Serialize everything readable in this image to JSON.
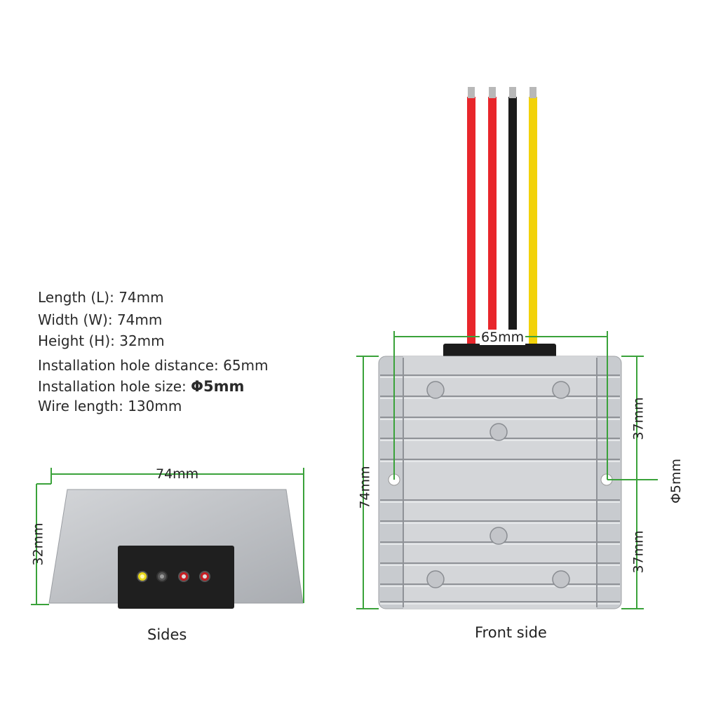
{
  "specs": [
    {
      "label": "Length (L): ",
      "value": "74mm"
    },
    {
      "label": "Width (W): ",
      "value": "74mm"
    },
    {
      "label": "Height (H): ",
      "value": "32mm"
    },
    {
      "label": "Installation hole distance: ",
      "value": "65mm"
    },
    {
      "label": "Installation hole size: ",
      "value": "Φ5mm"
    },
    {
      "label": "Wire length: ",
      "value": "130mm"
    }
  ],
  "side_view": {
    "width_label": "74mm",
    "height_label": "32mm",
    "caption": "Sides"
  },
  "front_view": {
    "hole_distance_label": "65mm",
    "height_label": "74mm",
    "upper_half_label": "37mm",
    "lower_half_label": "37mm",
    "hole_size_label": "Φ5mm",
    "caption": "Front side"
  },
  "colors": {
    "dimension_line": "#3aa23a",
    "wire_red": "#e8262b",
    "wire_black": "#1b1b1b",
    "wire_yellow": "#f2d20a",
    "housing": "#b9bcc0"
  }
}
